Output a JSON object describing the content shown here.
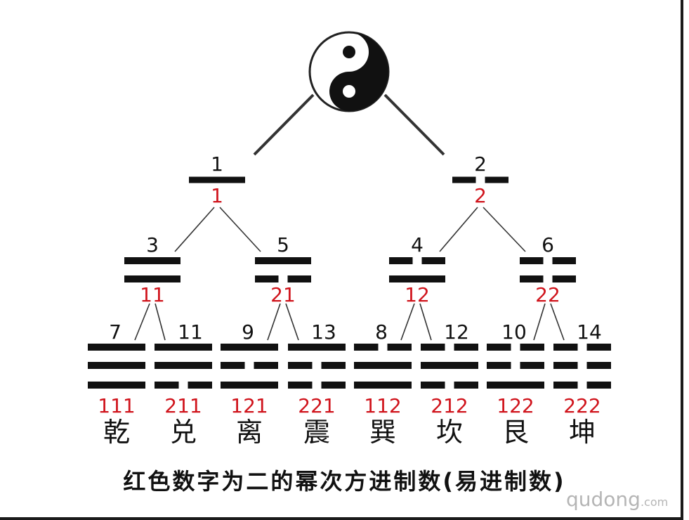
{
  "caption": "红色数字为二的幂次方进制数(易进制数)",
  "watermark": {
    "brand": "qudong",
    "suffix": ".com"
  },
  "colors": {
    "black": "#111111",
    "red": "#d0141c",
    "line": "#333333"
  },
  "root": {
    "icon": "yin-yang-icon"
  },
  "level1": [
    {
      "number": "1",
      "code": "1",
      "lines": [
        "yang"
      ]
    },
    {
      "number": "2",
      "code": "2",
      "lines": [
        "yin"
      ]
    }
  ],
  "level2": [
    {
      "number": "3",
      "code": "11",
      "lines": [
        "yang",
        "yang"
      ]
    },
    {
      "number": "5",
      "code": "21",
      "lines": [
        "yin",
        "yang"
      ]
    },
    {
      "number": "4",
      "code": "12",
      "lines": [
        "yang",
        "yin"
      ]
    },
    {
      "number": "6",
      "code": "22",
      "lines": [
        "yin",
        "yin"
      ]
    }
  ],
  "trigrams": [
    {
      "number": "7",
      "code": "111",
      "name": "乾",
      "lines": [
        "yang",
        "yang",
        "yang"
      ]
    },
    {
      "number": "11",
      "code": "211",
      "name": "兑",
      "lines": [
        "yin",
        "yang",
        "yang"
      ]
    },
    {
      "number": "9",
      "code": "121",
      "name": "离",
      "lines": [
        "yang",
        "yin",
        "yang"
      ]
    },
    {
      "number": "13",
      "code": "221",
      "name": "震",
      "lines": [
        "yin",
        "yin",
        "yang"
      ]
    },
    {
      "number": "8",
      "code": "112",
      "name": "巽",
      "lines": [
        "yang",
        "yang",
        "yin"
      ]
    },
    {
      "number": "12",
      "code": "212",
      "name": "坎",
      "lines": [
        "yin",
        "yang",
        "yin"
      ]
    },
    {
      "number": "10",
      "code": "122",
      "name": "艮",
      "lines": [
        "yang",
        "yin",
        "yin"
      ]
    },
    {
      "number": "14",
      "code": "222",
      "name": "坤",
      "lines": [
        "yin",
        "yin",
        "yin"
      ]
    }
  ]
}
